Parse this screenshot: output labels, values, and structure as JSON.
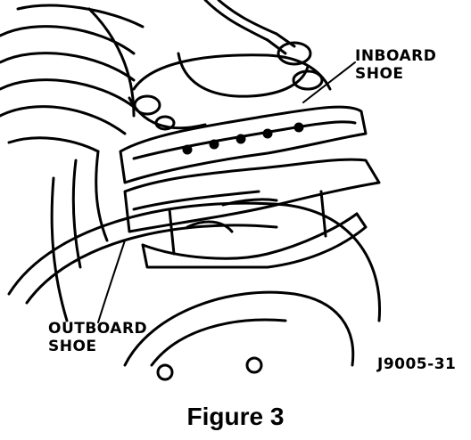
{
  "labels": {
    "inboard_line1": "INBOARD",
    "inboard_line2": "SHOE",
    "outboard_line1": "OUTBOARD",
    "outboard_line2": "SHOE",
    "part_number": "J9005-31"
  },
  "caption": "Figure 3"
}
